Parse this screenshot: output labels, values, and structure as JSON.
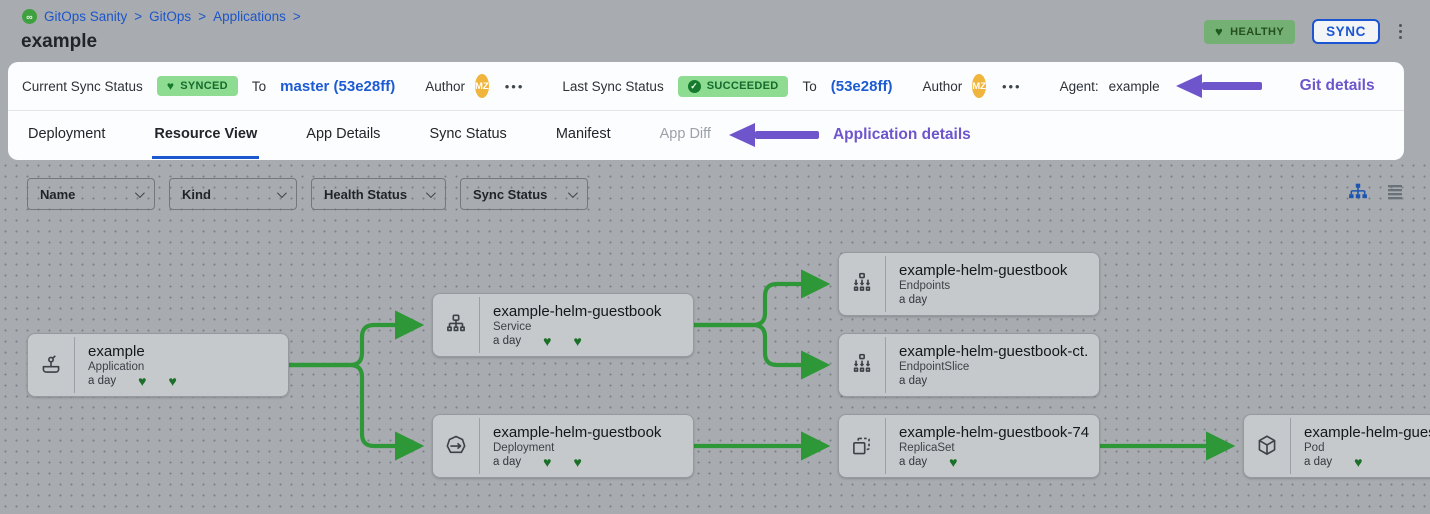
{
  "breadcrumb": {
    "separator": ">",
    "items": [
      "GitOps Sanity",
      "GitOps",
      "Applications"
    ],
    "logo": "gitops-logo"
  },
  "header": {
    "title": "example",
    "health_badge": "HEALTHY",
    "sync_button": "SYNC"
  },
  "sync_bar": {
    "current": {
      "label": "Current Sync Status",
      "badge": "SYNCED",
      "to_label": "To",
      "target": "master (53e28ff)",
      "author_label": "Author",
      "author_initials": "MZ",
      "more": "•••"
    },
    "last": {
      "label": "Last Sync Status",
      "badge": "SUCCEEDED",
      "to_label": "To",
      "target": "(53e28ff)",
      "author_label": "Author",
      "author_initials": "MZ",
      "more": "•••"
    },
    "agent": {
      "label": "Agent:",
      "value": "example"
    },
    "annotation": "Git details"
  },
  "tabs": {
    "items": [
      {
        "label": "Deployment"
      },
      {
        "label": "Resource View",
        "active": true
      },
      {
        "label": "App Details"
      },
      {
        "label": "Sync Status"
      },
      {
        "label": "Manifest"
      },
      {
        "label": "App Diff",
        "disabled": true
      }
    ],
    "annotation": "Application details"
  },
  "filters": [
    {
      "label": "Name"
    },
    {
      "label": "Kind"
    },
    {
      "label": "Health Status"
    },
    {
      "label": "Sync Status"
    }
  ],
  "tree": {
    "nodes": [
      {
        "title": "example",
        "kind": "Application",
        "age": "a day",
        "hearts": 2
      },
      {
        "title": "example-helm-guestbook",
        "kind": "Service",
        "age": "a day",
        "hearts": 2
      },
      {
        "title": "example-helm-guestbook",
        "kind": "Endpoints",
        "age": "a day",
        "hearts": 0
      },
      {
        "title": "example-helm-guestbook-ct...",
        "kind": "EndpointSlice",
        "age": "a day",
        "hearts": 0
      },
      {
        "title": "example-helm-guestbook",
        "kind": "Deployment",
        "age": "a day",
        "hearts": 2
      },
      {
        "title": "example-helm-guestbook-74...",
        "kind": "ReplicaSet",
        "age": "a day",
        "hearts": 1
      },
      {
        "title": "example-helm-guest",
        "kind": "Pod",
        "age": "a day",
        "hearts": 1
      }
    ]
  },
  "colors": {
    "link_blue": "#1d5bd3",
    "annotation_purple": "#6e55cb",
    "edge_green": "#2e9737",
    "badge_green": "#8edc92",
    "health_green": "#74b074",
    "avatar_yellow": "#efb53d"
  }
}
